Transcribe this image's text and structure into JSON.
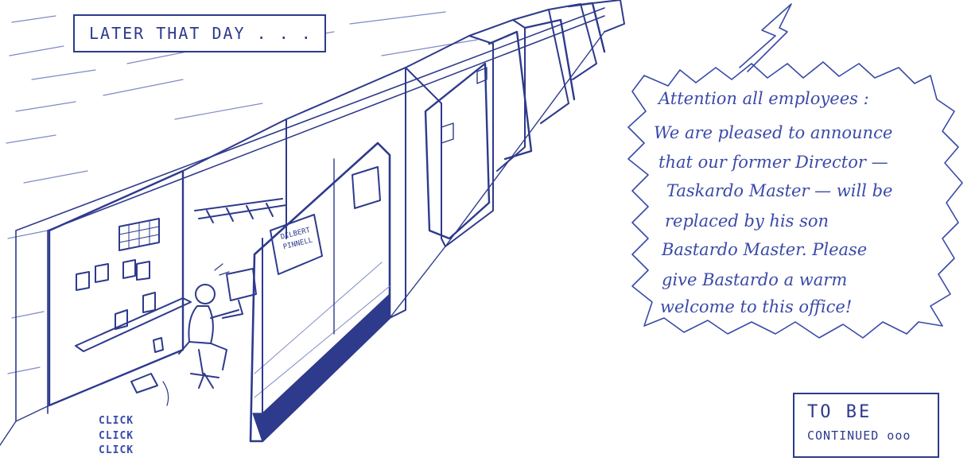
{
  "colors": {
    "ink": "#2e3a8c",
    "ink_light": "#3a4aa8",
    "paper": "#ffffff"
  },
  "captions": {
    "later": "LATER THAT DAY . . .",
    "to_be": "TO BE",
    "continued": "CONTINUED ooo"
  },
  "announcement": {
    "lines": [
      "Attention all employees :",
      "We are pleased to announce",
      "that our former Director —",
      "Taskardo Master — will be",
      "replaced by his son",
      "Bastardo Master. Please",
      "give Bastardo a warm",
      "welcome to this office!"
    ]
  },
  "sounds": [
    "CLICK",
    "CLICK",
    "CLICK"
  ],
  "nameplate": {
    "line1": "DILBERT",
    "line2": "PINNELL"
  }
}
